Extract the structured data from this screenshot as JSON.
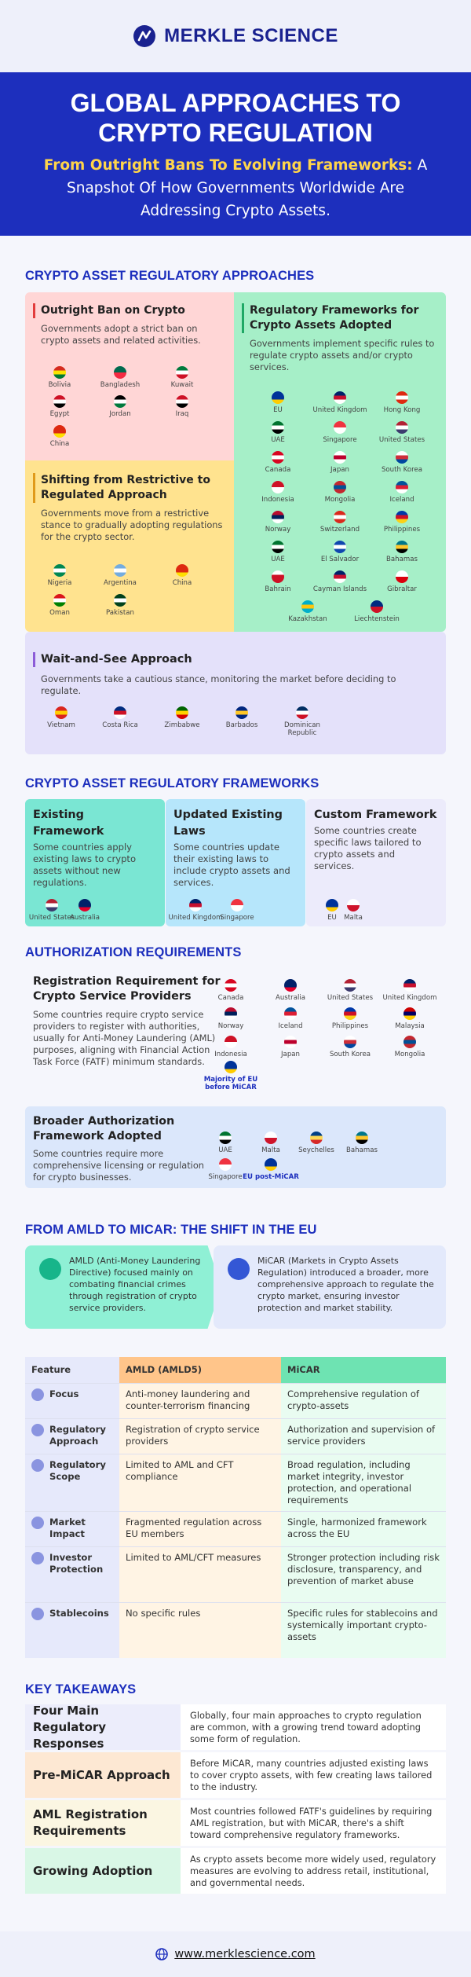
{
  "brand": {
    "name": "MERKLE SCIENCE"
  },
  "hero": {
    "title_line1": "GLOBAL APPROACHES TO",
    "title_line2": "CRYPTO REGULATION",
    "subtitle_strong": "From Outright Bans To Evolving Frameworks:",
    "subtitle_rest": " A Snapshot Of How Governments Worldwide Are Addressing Crypto Assets."
  },
  "approaches": {
    "title": "CRYPTO ASSET REGULATORY APPROACHES",
    "ban": {
      "title": "Outright Ban on Crypto",
      "desc": "Governments adopt a strict ban on crypto assets and related activities.",
      "countries": [
        "Bolivia",
        "Bangladesh",
        "Kuwait",
        "Egypt",
        "Jordan",
        "Iraq",
        "China"
      ]
    },
    "frameworks": {
      "title": "Regulatory Frameworks for Crypto Assets Adopted",
      "desc": "Governments implement specific rules to regulate crypto assets and/or crypto services.",
      "countries": [
        "EU",
        "United Kingdom",
        "Hong Kong",
        "UAE",
        "Singapore",
        "United States",
        "Canada",
        "Japan",
        "South Korea",
        "Indonesia",
        "Mongolia",
        "Iceland",
        "Norway",
        "Switzerland",
        "Philippines",
        "UAE",
        "El Salvador",
        "Bahamas",
        "Bahrain",
        "Cayman Islands",
        "Gibraltar",
        "Kazakhstan",
        "Liechtenstein"
      ]
    },
    "shifting": {
      "title": "Shifting from Restrictive to Regulated Approach",
      "desc": "Governments move from a restrictive stance to gradually adopting regulations for the crypto sector.",
      "countries": [
        "Nigeria",
        "Argentina",
        "China",
        "Oman",
        "Pakistan"
      ]
    },
    "wait": {
      "title": "Wait-and-See Approach",
      "desc": "Governments take a cautious stance, monitoring the market before deciding to regulate.",
      "countries": [
        "Vietnam",
        "Costa Rica",
        "Zimbabwe",
        "Barbados",
        "Dominican Republic"
      ]
    }
  },
  "frameworks": {
    "title": "CRYPTO ASSET REGULATORY FRAMEWORKS",
    "existing": {
      "title": "Existing Framework",
      "desc": "Some countries apply existing laws to crypto assets without new regulations.",
      "countries": [
        "United States",
        "Australia"
      ]
    },
    "updated": {
      "title": "Updated Existing Laws",
      "desc": "Some countries update their existing laws to include crypto assets and services.",
      "countries": [
        "United Kingdom",
        "Singapore"
      ]
    },
    "custom": {
      "title": "Custom Framework",
      "desc": "Some countries create specific laws tailored to crypto assets and services.",
      "countries": [
        "EU",
        "Malta"
      ]
    }
  },
  "authorization": {
    "title": "AUTHORIZATION REQUIREMENTS",
    "registration": {
      "title": "Registration Requirement for Crypto Service Providers",
      "desc": "Some countries require crypto service providers to register with authorities, usually for Anti-Money Laundering (AML) purposes, aligning with Financial Action Task Force (FATF) minimum standards.",
      "countries": [
        "Canada",
        "Australia",
        "United States",
        "United Kingdom",
        "Norway",
        "Iceland",
        "Philippines",
        "Malaysia",
        "Indonesia",
        "Japan",
        "South Korea",
        "Mongolia"
      ],
      "eu_label": "Majority of EU before MiCAR"
    },
    "broader": {
      "title": "Broader Authorization Framework Adopted",
      "desc": "Some countries require more comprehensive licensing or regulation for crypto businesses.",
      "countries": [
        "UAE",
        "Malta",
        "Seychelles",
        "Bahamas",
        "Singapore"
      ],
      "eu_label": "EU post-MiCAR"
    }
  },
  "shift": {
    "title": "FROM AMLD TO MICAR: THE SHIFT IN THE EU",
    "amld": "AMLD (Anti-Money Laundering Directive) focused mainly on combating financial crimes through registration of crypto service providers.",
    "micar": "MiCAR (Markets in Crypto Assets Regulation) introduced a broader, more comprehensive approach to regulate the crypto market, ensuring investor protection and market stability."
  },
  "comparison": {
    "headers": [
      "Feature",
      "AMLD (AMLD5)",
      "MiCAR"
    ],
    "rows": [
      {
        "feature": "Focus",
        "amld": "Anti-money laundering and counter-terrorism financing",
        "micar": "Comprehensive regulation of crypto-assets"
      },
      {
        "feature": "Regulatory Approach",
        "amld": "Registration of crypto service providers",
        "micar": "Authorization and supervision of service providers"
      },
      {
        "feature": "Regulatory Scope",
        "amld": "Limited to AML and CFT compliance",
        "micar": "Broad regulation, including market integrity, investor protection, and operational requirements"
      },
      {
        "feature": "Market Impact",
        "amld": "Fragmented regulation across EU members",
        "micar": "Single, harmonized framework across the EU"
      },
      {
        "feature": "Investor Protection",
        "amld": "Limited to AML/CFT measures",
        "micar": "Stronger protection including risk disclosure, transparency, and prevention of market abuse"
      },
      {
        "feature": "Stablecoins",
        "amld": "No specific rules",
        "micar": "Specific rules for stablecoins and systemically important crypto-assets"
      }
    ]
  },
  "takeaways": {
    "title": "KEY TAKEAWAYS",
    "items": [
      {
        "label": "Four Main Regulatory Responses",
        "text": "Globally, four main approaches to crypto regulation are common, with a growing trend toward adopting some form of regulation.",
        "color": "#ecedfb"
      },
      {
        "label": "Pre-MiCAR Approach",
        "text": "Before MiCAR, many countries adjusted existing laws to cover crypto assets, with few creating laws tailored to the industry.",
        "color": "#fde8d3"
      },
      {
        "label": "AML Registration Requirements",
        "text": "Most countries followed FATF's guidelines by requiring AML registration, but with MiCAR, there's a shift toward comprehensive regulatory frameworks.",
        "color": "#fbf6e2"
      },
      {
        "label": "Growing Adoption",
        "text": "As crypto assets become more widely used, regulatory measures are evolving to address retail, institutional, and governmental needs.",
        "color": "#d9f7e6"
      }
    ]
  },
  "footer": {
    "url": "www.merklescience.com"
  },
  "colors": {
    "primary": "#1d2fbd",
    "ban": "#ffd6d6",
    "frameworks": "#a6efc8",
    "shifting": "#ffe38f",
    "wait": "#e4e1fa",
    "existing": "#7ae6d3",
    "updated": "#b6e6fb",
    "custom": "#ecebfb"
  }
}
